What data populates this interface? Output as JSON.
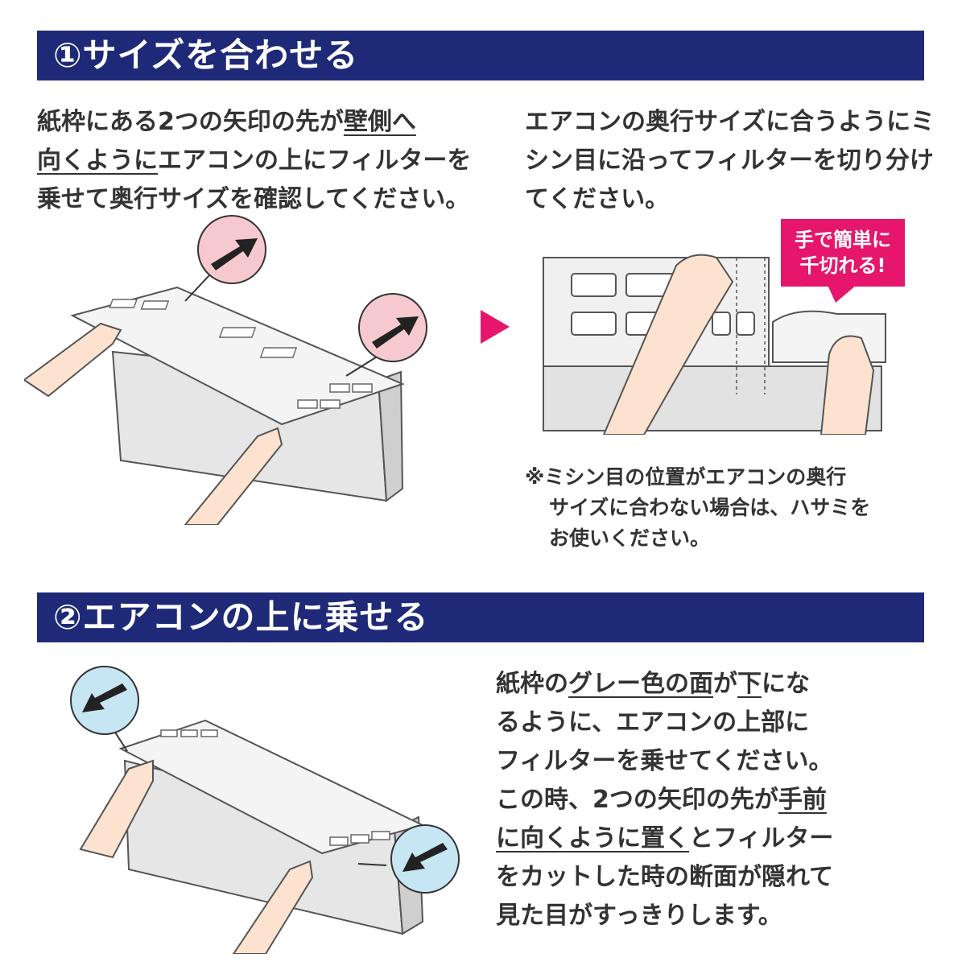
{
  "colors": {
    "header_bg": "#1e2a78",
    "header_text": "#ffffff",
    "accent_pink": "#e5166b",
    "circle_pink": "#f6c9cf",
    "circle_blue": "#c6e6f4",
    "body_text": "#333333"
  },
  "section1": {
    "title": "①サイズを合わせる",
    "left_text": {
      "line1_pre": "紙枠にある2つの矢印の先が",
      "line1_underlined": "壁側へ",
      "line2_underlined": "向くように",
      "line2_post": "エアコンの上にフィルターを",
      "line3": "乗せて奥行サイズを確認してください。"
    },
    "right_text": {
      "line1": "エアコンの奥行サイズに合うようにミ",
      "line2": "シン目に沿ってフィルターを切り分け",
      "line3": "てください。"
    },
    "callout": {
      "line1": "手で簡単に",
      "line2": "千切れる!"
    },
    "note": {
      "line1": "※ミシン目の位置がエアコンの奥行",
      "line2": "サイズに合わない場合は、ハサミを",
      "line3": "お使いください。"
    },
    "icons": {
      "pointer": "triangle-right-icon",
      "arrow": "arrow-up-right-icon"
    }
  },
  "section2": {
    "title": "②エアコンの上に乗せる",
    "text": {
      "line1_pre": "紙枠の",
      "line1_underlined_a": "グレー色の面",
      "line1_mid": "が",
      "line1_underlined_b": "下",
      "line1_post": "にな",
      "line2": "るように、エアコンの上部に",
      "line3": "フィルターを乗せてください。",
      "line4_pre": "この時、2つの矢印の先が",
      "line4_underlined": "手前",
      "line5_underlined": "に向くように置く",
      "line5_post": "とフィルター",
      "line6": "をカットした時の断面が隠れて",
      "line7": "見た目がすっきりします。"
    },
    "icons": {
      "arrow": "arrow-down-left-icon"
    }
  }
}
